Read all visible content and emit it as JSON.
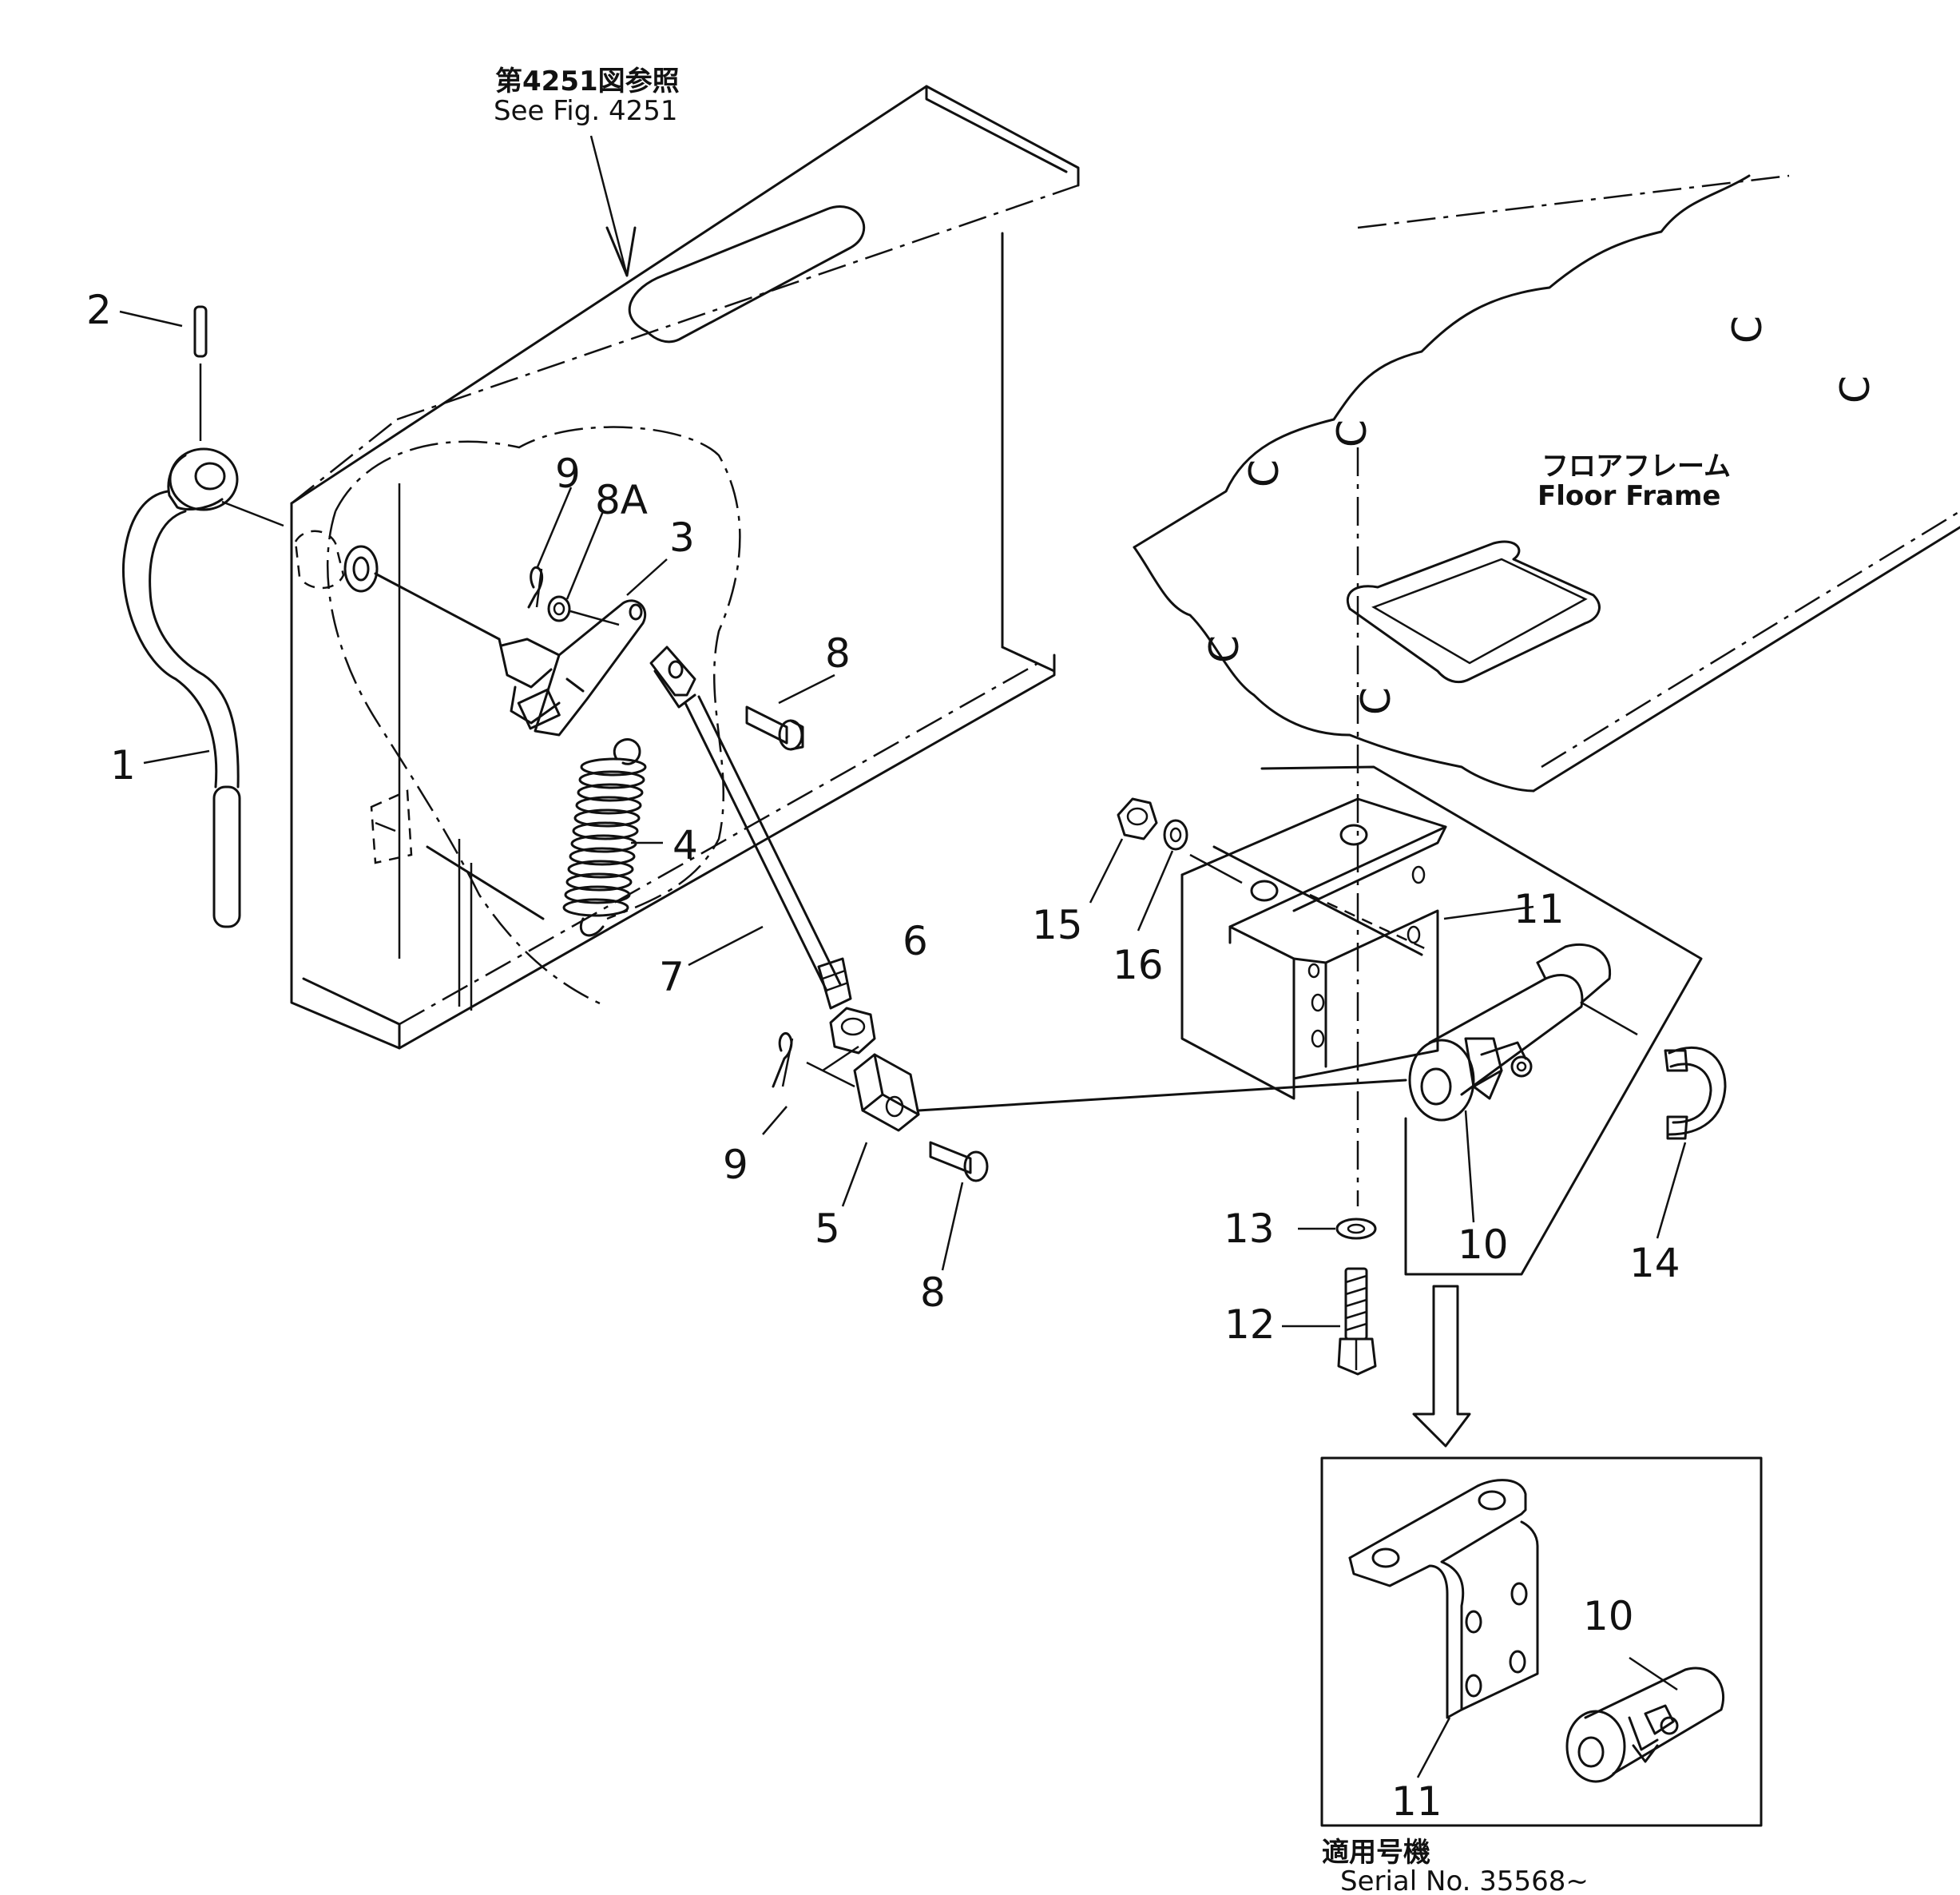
{
  "references": {
    "see_fig_jp": "第4251図参照",
    "see_fig_en": "See  Fig.  4251"
  },
  "floor_frame": {
    "label_jp": "フロアフレーム",
    "label_en": "Floor  Frame"
  },
  "serial_note": {
    "label_jp": "適用号機",
    "label_en": "Serial  No.  35568~"
  },
  "part_labels": {
    "p1": "1",
    "p2": "2",
    "p3": "3",
    "p4": "4",
    "p5": "5",
    "p6": "6",
    "p7": "7",
    "p8a": "8",
    "p8b": "8",
    "p8A": "8A",
    "p9a": "9",
    "p9b": "9",
    "p10": "10",
    "p11": "11",
    "p12": "12",
    "p13": "13",
    "p14": "14",
    "p15": "15",
    "p16": "16",
    "inset_p10": "10",
    "inset_p11": "11"
  },
  "frame_marks": {
    "c1": "C",
    "c2": "C",
    "c3": "C",
    "c4": "C",
    "c5": "C",
    "c6": "C"
  }
}
